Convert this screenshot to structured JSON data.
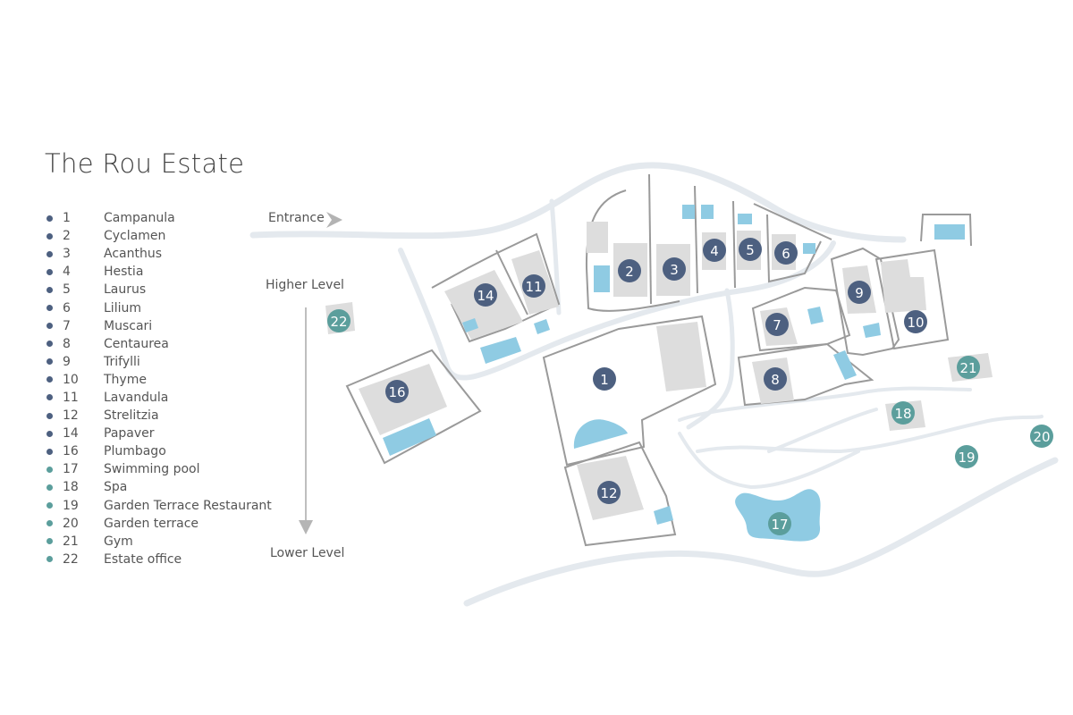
{
  "title": "The Rou Estate",
  "colors": {
    "villa": "#4d6080",
    "facility": "#5b9e9c",
    "building": "#dddddd",
    "pool": "#8fcbe3",
    "road": "#e4e9ee",
    "boundary": "#9a9a9a"
  },
  "legend": [
    {
      "num": "1",
      "name": "Campanula",
      "type": "villa"
    },
    {
      "num": "2",
      "name": "Cyclamen",
      "type": "villa"
    },
    {
      "num": "3",
      "name": "Acanthus",
      "type": "villa"
    },
    {
      "num": "4",
      "name": "Hestia",
      "type": "villa"
    },
    {
      "num": "5",
      "name": "Laurus",
      "type": "villa"
    },
    {
      "num": "6",
      "name": "Lilium",
      "type": "villa"
    },
    {
      "num": "7",
      "name": "Muscari",
      "type": "villa"
    },
    {
      "num": "8",
      "name": "Centaurea",
      "type": "villa"
    },
    {
      "num": "9",
      "name": "Trifylli",
      "type": "villa"
    },
    {
      "num": "10",
      "name": "Thyme",
      "type": "villa"
    },
    {
      "num": "11",
      "name": "Lavandula",
      "type": "villa"
    },
    {
      "num": "12",
      "name": "Strelitzia",
      "type": "villa"
    },
    {
      "num": "14",
      "name": "Papaver",
      "type": "villa"
    },
    {
      "num": "16",
      "name": "Plumbago",
      "type": "villa"
    },
    {
      "num": "17",
      "name": "Swimming pool",
      "type": "facility"
    },
    {
      "num": "18",
      "name": "Spa",
      "type": "facility"
    },
    {
      "num": "19",
      "name": "Garden Terrace Restaurant",
      "type": "facility"
    },
    {
      "num": "20",
      "name": "Garden terrace",
      "type": "facility"
    },
    {
      "num": "21",
      "name": "Gym",
      "type": "facility"
    },
    {
      "num": "22",
      "name": "Estate office",
      "type": "facility"
    }
  ],
  "labels": {
    "entrance": "Entrance",
    "higher_level": "Higher Level",
    "lower_level": "Lower Level"
  },
  "markers": [
    {
      "num": "1",
      "type": "villa"
    },
    {
      "num": "2",
      "type": "villa"
    },
    {
      "num": "3",
      "type": "villa"
    },
    {
      "num": "4",
      "type": "villa"
    },
    {
      "num": "5",
      "type": "villa"
    },
    {
      "num": "6",
      "type": "villa"
    },
    {
      "num": "7",
      "type": "villa"
    },
    {
      "num": "8",
      "type": "villa"
    },
    {
      "num": "9",
      "type": "villa"
    },
    {
      "num": "10",
      "type": "villa"
    },
    {
      "num": "11",
      "type": "villa"
    },
    {
      "num": "12",
      "type": "villa"
    },
    {
      "num": "14",
      "type": "villa"
    },
    {
      "num": "16",
      "type": "villa"
    },
    {
      "num": "17",
      "type": "facility"
    },
    {
      "num": "18",
      "type": "facility"
    },
    {
      "num": "19",
      "type": "facility"
    },
    {
      "num": "20",
      "type": "facility"
    },
    {
      "num": "21",
      "type": "facility"
    },
    {
      "num": "22",
      "type": "facility"
    }
  ]
}
